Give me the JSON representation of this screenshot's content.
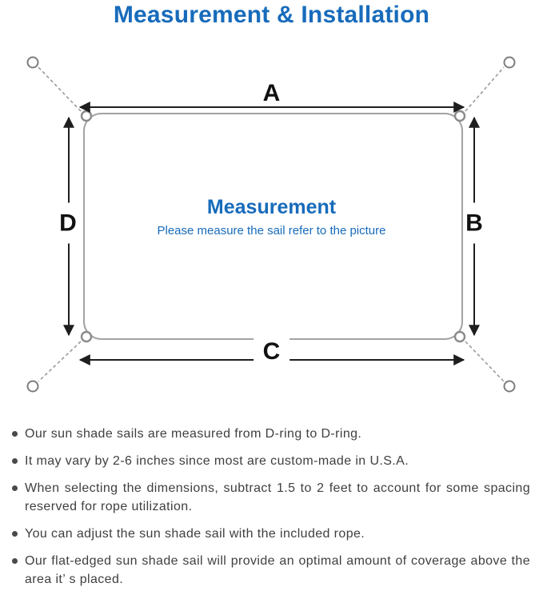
{
  "title": "Measurement & Installation",
  "diagram": {
    "labels": {
      "top": "A",
      "right": "B",
      "bottom": "C",
      "left": "D"
    },
    "sail": {
      "title": "Measurement",
      "subtitle": "Please measure the sail refer to the picture"
    },
    "icons": {
      "corner_ring": "d-ring-icon",
      "anchor_point": "anchor-ring-icon",
      "rope": "dashed-rope-line",
      "dimension": "double-headed-arrow"
    },
    "colors": {
      "accent_blue": "#176bbb",
      "label_black": "#111111",
      "line_gray": "#9a9a9a",
      "note_text_gray": "#3f3f3f"
    }
  },
  "notes": [
    "Our sun shade sails are measured from D-ring to D-ring.",
    "It may vary by 2-6 inches since most are custom-made in U.S.A.",
    "When selecting the dimensions, subtract 1.5 to 2 feet to account for some spacing reserved for rope utilization.",
    "You can adjust the sun shade sail with the included rope.",
    "Our flat-edged sun shade sail will provide an optimal amount of coverage above the area it’ s placed."
  ]
}
